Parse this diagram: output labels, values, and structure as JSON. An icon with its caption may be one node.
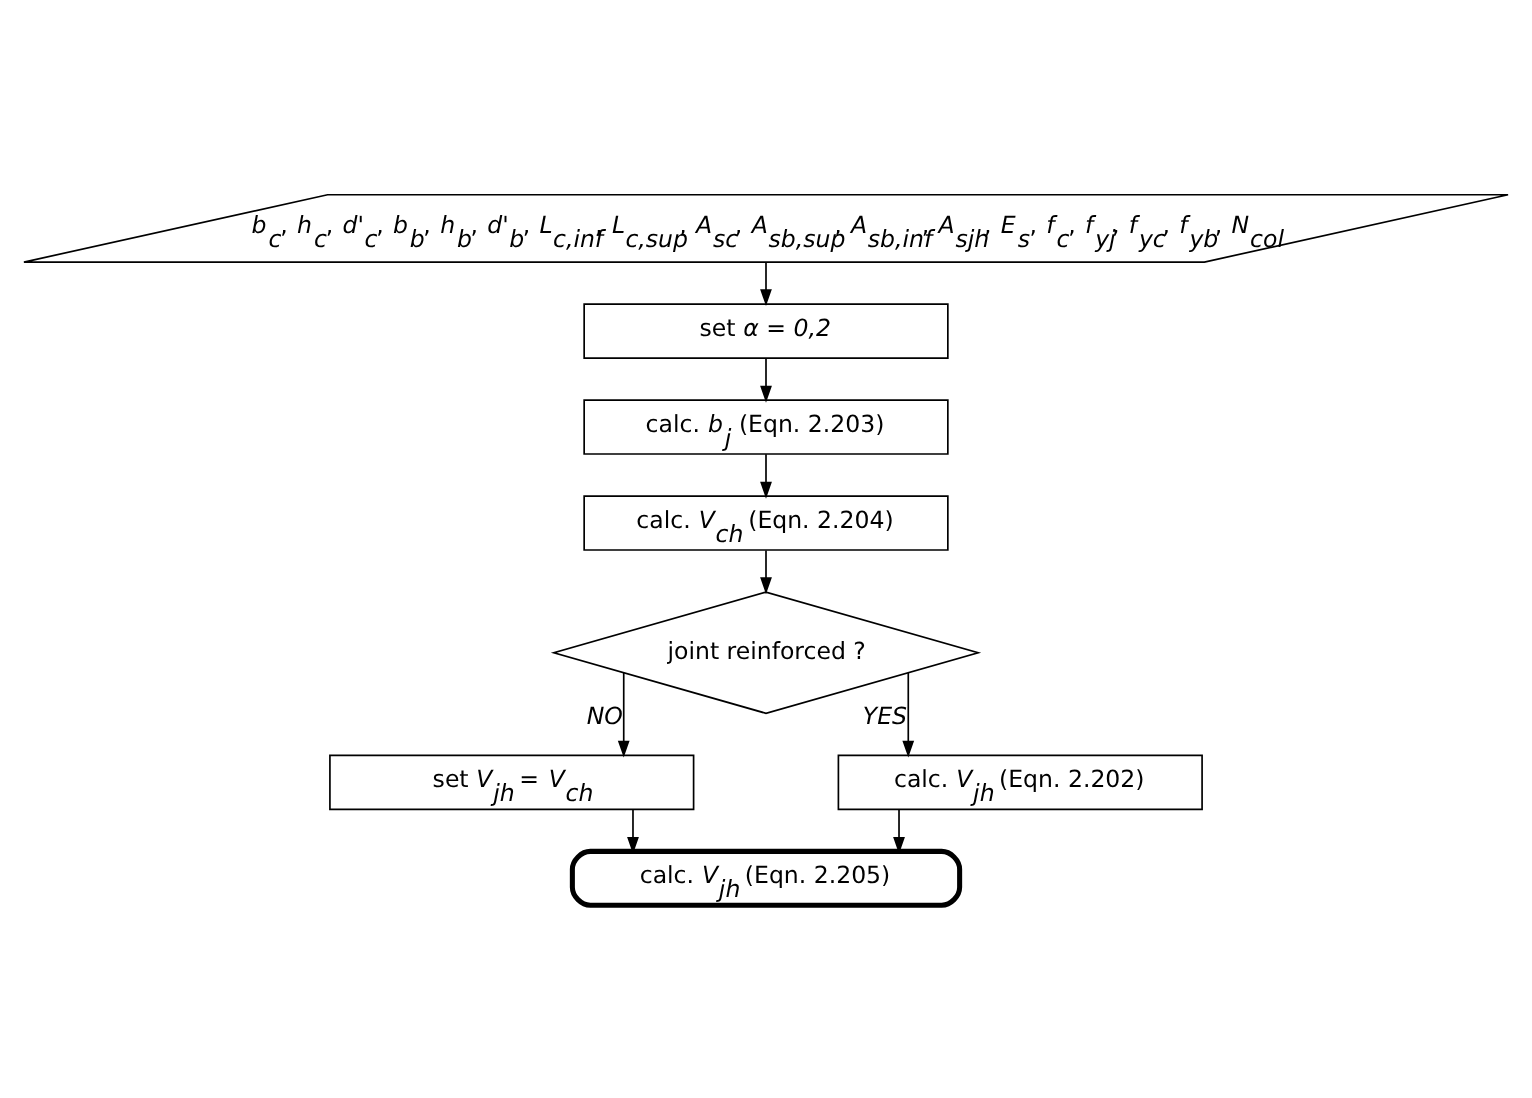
{
  "diagram": {
    "nodes": [
      {
        "text": [
          "*b*$_{c}$, *h*$_{c}$, *d'*$_{c}$, *b*$_{b}$, *h*$_{b}$, *d'*$_{b}$, *L*$_{c,inf}$, *L*$_{c,sup}$, *A*$_{sc}$, *A*$_{sb,sup}$, *A*$_{sb,inf}$, *A*$_{sjh}$, *E*$_{s}$, *f*$_{c}$, *f*$_{yj}$, *f*$_{yc}$, *f*$_{yb}$, *N*$_{col}$"
        ]
      },
      {
        "text": [
          "set *α = 0,2*"
        ]
      },
      {
        "text": [
          "calc. *b*$_{j}$ (Eqn. 2.203)"
        ]
      },
      {
        "text": [
          "calc. *V*$_{ch}$ (Eqn. 2.204)"
        ]
      },
      {
        "text": [
          "joint reinforced ?"
        ]
      },
      {
        "text": [
          "set *V*$_{jh}$ = *V*$_{ch}$"
        ]
      },
      {
        "text": [
          "calc. *V*$_{jh}$ (Eqn. 2.202)"
        ]
      },
      {
        "text": [
          "calc. *V*$_{jh}$ (Eqn. 2.205)"
        ]
      }
    ],
    "edges": [
      {
        "from": 0,
        "to": 1,
        "arrow": "to"
      },
      {
        "from": 1,
        "to": 2,
        "arrow": "to"
      },
      {
        "from": 2,
        "to": 3,
        "arrow": "to"
      },
      {
        "from": 3,
        "to": 4,
        "arrow": "to"
      },
      {
        "from": 4,
        "to": 5,
        "arrow": "to",
        "label": "NO"
      },
      {
        "from": 4,
        "to": 6,
        "arrow": "to",
        "label": "YES"
      },
      {
        "from": 5,
        "to": 7,
        "arrow": "to"
      },
      {
        "from": 6,
        "to": 7,
        "arrow": "to"
      }
    ]
  }
}
